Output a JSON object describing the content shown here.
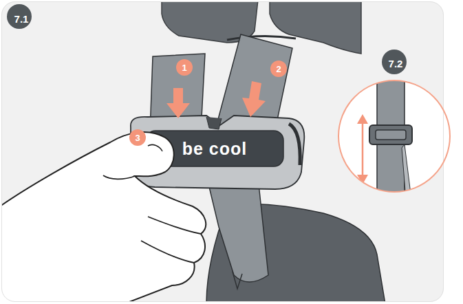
{
  "diagram": {
    "nodes": [
      {
        "text": [
          "7.1"
        ]
      },
      {
        "text": [
          "7.2"
        ]
      }
    ],
    "labels": [
      "1",
      "2",
      "3",
      "be cool"
    ]
  }
}
